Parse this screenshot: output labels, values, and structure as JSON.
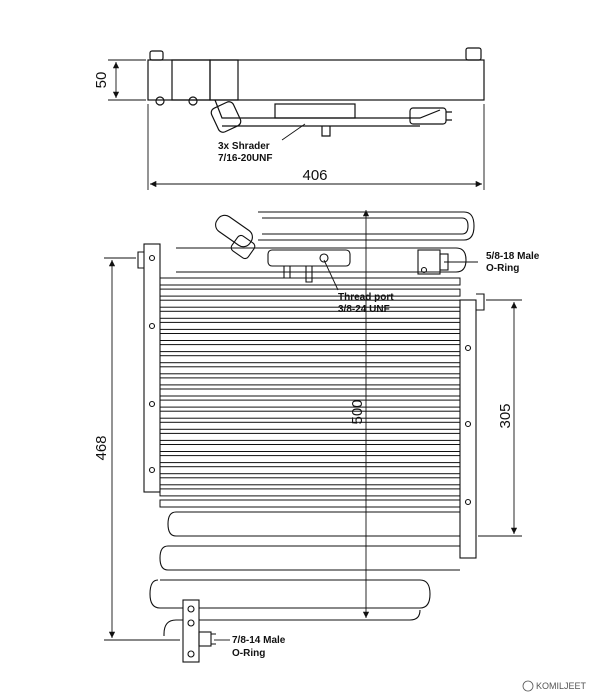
{
  "dimensions": {
    "thickness": "50",
    "width": "406",
    "total_height": "468",
    "core_height": "500",
    "side_height": "305"
  },
  "callouts": {
    "shrader_line1": "3x Shrader",
    "shrader_line2": "7/16-20UNF",
    "thread_line1": "Thread port",
    "thread_line2": "3/8-24 UNF",
    "male58_line1": "5/8-18 Male",
    "male58_line2": "O-Ring",
    "male78_line1": "7/8-14 Male",
    "male78_line2": "O-Ring"
  },
  "watermark": {
    "brand": "KOMILJEET"
  },
  "colors": {
    "line": "#111111",
    "background": "#ffffff"
  },
  "core": {
    "tube_count": 21
  }
}
